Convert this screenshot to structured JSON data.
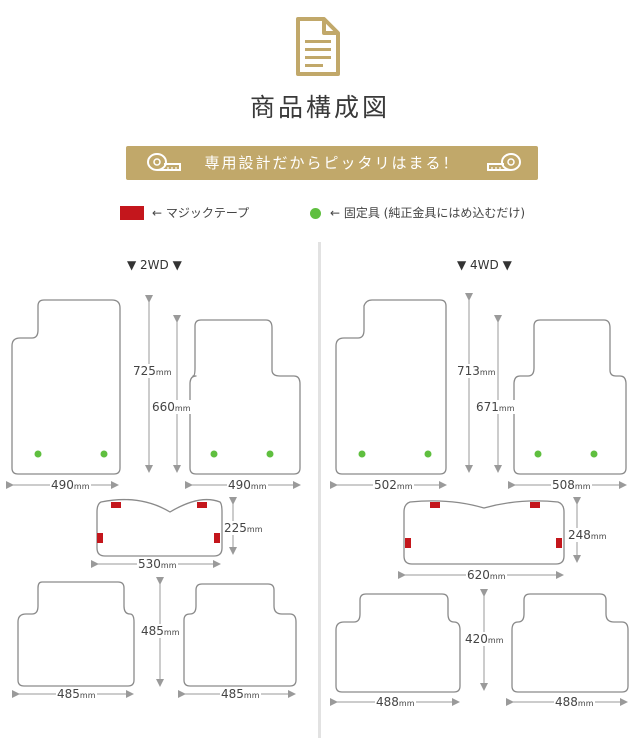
{
  "header": {
    "title": "商品構成図",
    "document_icon": "document-icon"
  },
  "banner": {
    "text": "専用設計だからピッタリはまる！",
    "left_icon": "tape-measure-icon",
    "right_icon": "tape-measure-icon"
  },
  "legend": {
    "tape_label": "← マジックテープ",
    "tape_color": "#c4161c",
    "fixer_label": "← 固定具 (純正金具にはめ込むだけ)",
    "fixer_color": "#5fbf3f"
  },
  "unit": "mm",
  "colors": {
    "banner": "#c1a86a",
    "outline": "#8a8a8a",
    "dim_line": "#9a9a9a"
  },
  "diagrams": [
    {
      "label": "▼ 2WD ▼",
      "driver_mat": {
        "width": "490",
        "height": "725"
      },
      "passenger_mat": {
        "width": "490",
        "height": "660"
      },
      "rear_center": {
        "width": "530",
        "height": "225"
      },
      "rear_left": {
        "width": "485",
        "height": "485"
      },
      "rear_right": {
        "width": "485"
      }
    },
    {
      "label": "▼ 4WD ▼",
      "driver_mat": {
        "width": "502",
        "height": "713"
      },
      "passenger_mat": {
        "width": "508",
        "height": "671"
      },
      "rear_center": {
        "width": "620",
        "height": "248"
      },
      "rear_left": {
        "width": "488",
        "height": "420"
      },
      "rear_right": {
        "width": "488"
      }
    }
  ]
}
